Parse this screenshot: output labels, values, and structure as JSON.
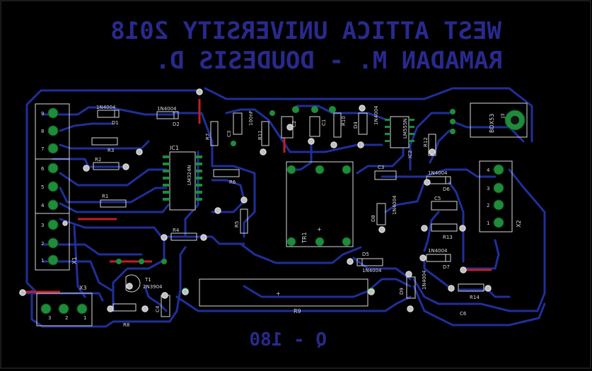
{
  "silkscreen": {
    "line1": "WEST ATTICA UNIVERSITY 2018",
    "line2": "RAMADAN M. - DOUDESIS D.",
    "bottom": "Q - 180"
  },
  "components": {
    "d1_value": "1N4004",
    "d1_ref": "D1",
    "d2_value": "1N4004",
    "d2_ref": "D2",
    "r3": "R3",
    "r2": "R2",
    "r1": "R1",
    "ic1_ref": "IC1",
    "ic1_value": "LM324N",
    "r7": "R7",
    "c3_ref": "C3",
    "c3_value": "100nF",
    "r11": "R11",
    "c2": "C2",
    "r10": "R10",
    "d4_ref": "D4",
    "d4_value": "1N4004",
    "ic2_ref": "IC2",
    "ic2_value": "LM555N",
    "r12": "R12",
    "c1": "C1",
    "c3b": "C3",
    "j3_ref": "J3",
    "j3_value": "BDX53",
    "r6": "R6",
    "r5": "R5",
    "r4": "R4",
    "tr1": "TR1",
    "d8_ref": "D8",
    "d8_value": "1N4004",
    "d6_value": "1N4004",
    "d6_ref": "D6",
    "c5": "C5",
    "r13": "R13",
    "d7_value": "1N4004",
    "d7_ref": "D7",
    "d5_ref": "D5",
    "d5_value": "1N4004",
    "d9_ref": "D9",
    "d9_value": "1N4004",
    "r14": "R14",
    "c6": "C6",
    "r9": "R9",
    "t1_ref": "T1",
    "t1_value": "2N3904",
    "r8": "R8",
    "c4": "C4",
    "x1": "X1",
    "x2": "X2",
    "x3": "X3",
    "x1_pins": [
      "9",
      "8",
      "7",
      "6",
      "5",
      "4",
      "3",
      "2",
      "1"
    ],
    "x2_pins": [
      "4",
      "3",
      "2",
      "1"
    ],
    "x3_pins": [
      "3",
      "2",
      "1"
    ]
  },
  "colors": {
    "background": "#000000",
    "trace": "#1f2f9a",
    "pad": "#1e8c3a",
    "silkscreen": "#d8d8d8",
    "mirror_text": "#29298c",
    "jumper": "#c02020"
  }
}
